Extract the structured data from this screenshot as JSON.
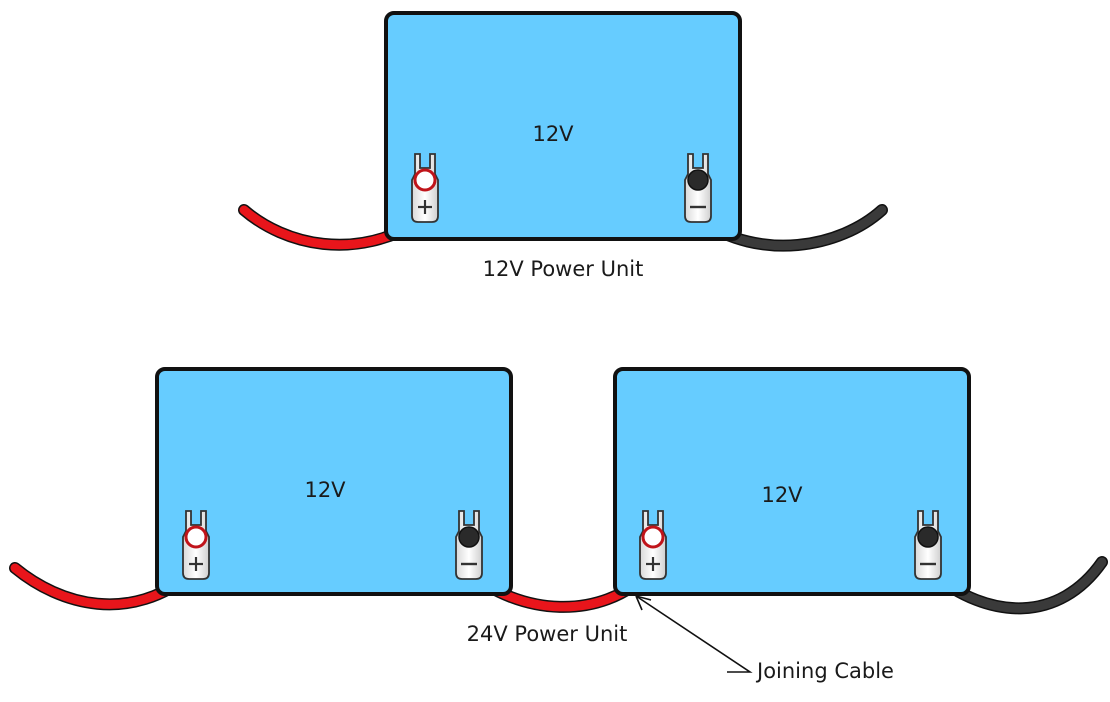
{
  "top_unit": {
    "caption": "12V Power Unit",
    "battery": {
      "voltage_label": "12V",
      "positive_symbol": "+",
      "negative_symbol": "−"
    }
  },
  "bottom_unit": {
    "caption": "24V Power Unit",
    "battery_left": {
      "voltage_label": "12V"
    },
    "battery_right": {
      "voltage_label": "12V"
    },
    "joining_cable_callout": "Joining Cable"
  },
  "colors": {
    "battery_fill": "#66ccff",
    "battery_outline": "#111111",
    "positive_cable": "#e8151b",
    "negative_cable": "#3a3a3a",
    "terminal_ring_positive": "#c0141a",
    "terminal_post_negative": "#2a2a2a"
  }
}
